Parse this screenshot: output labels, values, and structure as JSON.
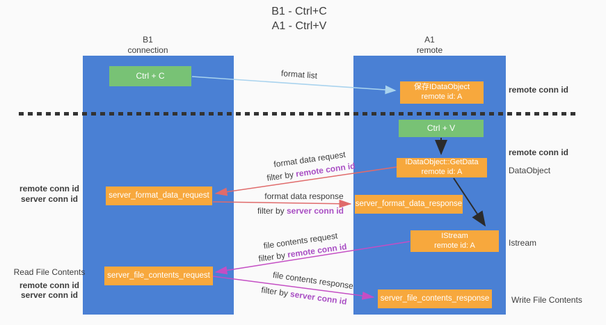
{
  "title": {
    "line1": "B1 - Ctrl+C",
    "line2": "A1 - Ctrl+V"
  },
  "lifelines": {
    "left": {
      "name": "B1",
      "role": "connection"
    },
    "right": {
      "name": "A1",
      "role": "remote"
    }
  },
  "nodes": {
    "ctrl_c": {
      "label": "Ctrl + C"
    },
    "save_dataobject": {
      "line1": "保存IDataObject",
      "line2": "remote id: A"
    },
    "ctrl_v": {
      "label": "Ctrl + V"
    },
    "getdata": {
      "line1": "IDataObject::GetData",
      "line2": "remote id: A"
    },
    "format_request": {
      "label": "server_format_data_request"
    },
    "format_response": {
      "label": "server_format_data_response"
    },
    "istream": {
      "line1": "IStream",
      "line2": "remote id: A"
    },
    "file_request": {
      "label": "server_file_contents_request"
    },
    "file_response": {
      "label": "server_file_contents_response"
    }
  },
  "flows": {
    "format_list": "format list",
    "format_data_request": "format data request",
    "format_data_response": "format data response",
    "file_contents_request": "file contents request",
    "file_contents_response": "file contents response",
    "filter_by": "filter by ",
    "remote_conn_id": "remote conn id",
    "server_conn_id": "server conn id"
  },
  "annotations": {
    "remote_conn_id": "remote conn id",
    "server_conn_id": "server conn id",
    "dataobject": "DataObject",
    "istream": "Istream",
    "read_file_contents": "Read File Contents",
    "write_file_contents": "Write File Contents"
  },
  "colors": {
    "lane_blue": "#4a80d4",
    "node_orange": "#f7a83d",
    "node_green": "#78c275",
    "arrow_blue": "#a9d3ee",
    "arrow_red": "#e06b6b",
    "arrow_magenta": "#c44ec4",
    "arrow_black": "#2b2b2b",
    "label_purple": "#a94fc4",
    "label_green": "#63b964"
  }
}
